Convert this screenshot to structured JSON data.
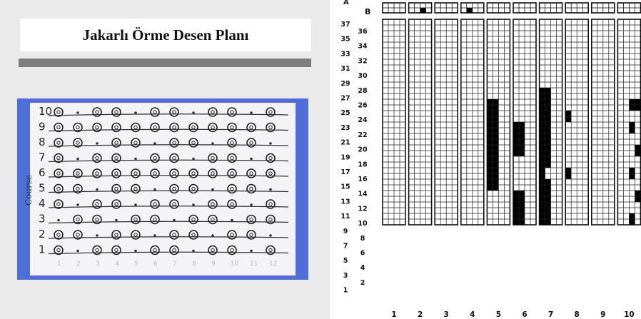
{
  "title": "Jakarlı Örme Desen Planı",
  "photo": {
    "side_label": "Course",
    "row_numbers": [
      "10",
      "9",
      "8",
      "7",
      "6",
      "5",
      "4",
      "3",
      "2",
      "1"
    ],
    "bottom_numbers": [
      "1",
      "2",
      "3",
      "4",
      "5",
      "6",
      "7",
      "8",
      "9",
      "10",
      "11",
      "12"
    ]
  },
  "grid": {
    "header_row_label": "B",
    "top_cut_label": "A",
    "left_odd_numbers": [
      "37",
      "35",
      "33",
      "31",
      "29",
      "27",
      "25",
      "23",
      "21",
      "19",
      "17",
      "15",
      "13",
      "11",
      "9",
      "7",
      "5",
      "3",
      "1"
    ],
    "left_even_numbers": [
      "36",
      "34",
      "32",
      "30",
      "28",
      "26",
      "24",
      "22",
      "20",
      "18",
      "16",
      "14",
      "12",
      "10",
      "8",
      "6",
      "4",
      "2"
    ],
    "column_labels": [
      "1",
      "2",
      "3",
      "4",
      "5",
      "6",
      "7",
      "8",
      "9",
      "10"
    ],
    "rows": 18,
    "cols_per_needle": 4,
    "header_filled": [
      {
        "needle": 2,
        "col": 3
      },
      {
        "needle": 4,
        "col": 2
      }
    ],
    "filled_cells": [
      {
        "needle": 5,
        "col": 1,
        "rows": [
          4,
          5,
          6,
          7,
          8,
          9,
          10,
          11
        ]
      },
      {
        "needle": 5,
        "col": 2,
        "rows": [
          4,
          5,
          6,
          7,
          8,
          9,
          10,
          11
        ]
      },
      {
        "needle": 6,
        "col": 1,
        "rows": [
          1,
          2,
          3,
          7,
          8,
          9
        ]
      },
      {
        "needle": 6,
        "col": 2,
        "rows": [
          1,
          2,
          3,
          7,
          8,
          9
        ]
      },
      {
        "needle": 7,
        "col": 1,
        "rows": [
          1,
          2,
          3,
          4,
          5,
          6,
          7,
          8,
          9,
          10,
          11,
          12
        ]
      },
      {
        "needle": 7,
        "col": 2,
        "rows": [
          1,
          2,
          3,
          4,
          6,
          7,
          8,
          9,
          10,
          11,
          12
        ]
      },
      {
        "needle": 8,
        "col": 1,
        "rows": [
          5,
          10
        ]
      },
      {
        "needle": 10,
        "col": 3,
        "rows": [
          1,
          5,
          9,
          11
        ]
      },
      {
        "needle": 10,
        "col": 4,
        "rows": [
          3,
          7,
          11
        ]
      }
    ]
  }
}
